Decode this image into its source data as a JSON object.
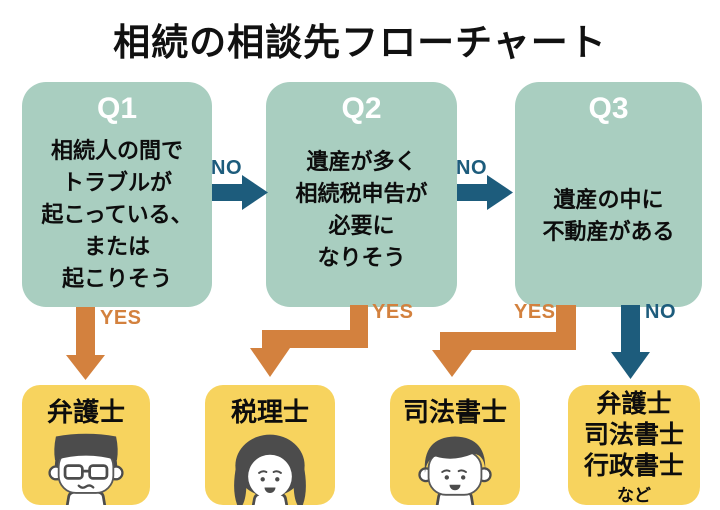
{
  "title": "相続の相談先フローチャート",
  "colors": {
    "question_box": "#a9cec0",
    "no_arrow": "#1d5c7c",
    "yes_arrow": "#d3813e",
    "result_box": "#f7d35e",
    "text": "#111111",
    "question_label": "#ffffff"
  },
  "flow": {
    "q1": {
      "label": "Q1",
      "lines": [
        "相続人の間で",
        "トラブルが",
        "起こっている、",
        "または",
        "起こりそう"
      ]
    },
    "q2": {
      "label": "Q2",
      "lines": [
        "遺産が多く",
        "相続税申告が",
        "必要に",
        "なりそう"
      ]
    },
    "q3": {
      "label": "Q3",
      "lines": [
        "遺産の中に",
        "不動産がある"
      ]
    },
    "labels": {
      "q1_no": "NO",
      "q2_no": "NO",
      "q1_yes": "YES",
      "q2_yes": "YES",
      "q3_yes": "YES",
      "q3_no": "NO"
    }
  },
  "results": {
    "lawyer": {
      "title": "弁護士",
      "icon": "lawyer-glasses-man-icon"
    },
    "tax": {
      "title": "税理士",
      "icon": "woman-icon"
    },
    "judicial": {
      "title": "司法書士",
      "icon": "young-man-icon"
    },
    "multi": {
      "lines": [
        "弁護士",
        "司法書士",
        "行政書士"
      ],
      "note": "など"
    }
  }
}
